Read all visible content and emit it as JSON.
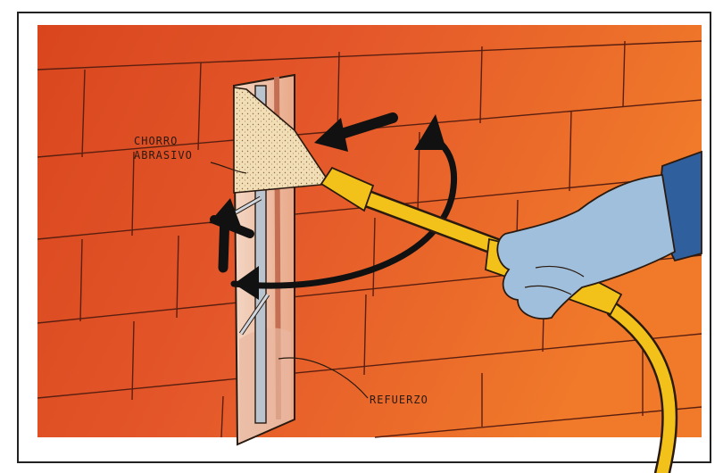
{
  "labels": {
    "jet_line1": "CHORRO",
    "jet_line2": "ABRASIVO",
    "rebar": "REFUERZO"
  },
  "colors": {
    "wall_light": "#f07a2a",
    "wall_dark": "#d9461e",
    "mortar": "#5a1f10",
    "hose_yellow": "#f3c21a",
    "glove_blue": "#9fbfdc",
    "sleeve_blue": "#2f5f9c",
    "jet_sand": "#f1ddb6",
    "rebar_gray": "#b9c4cf",
    "arrow_black": "#111111"
  },
  "icons": [
    "arrow-icon",
    "curved-arrow-icon"
  ]
}
